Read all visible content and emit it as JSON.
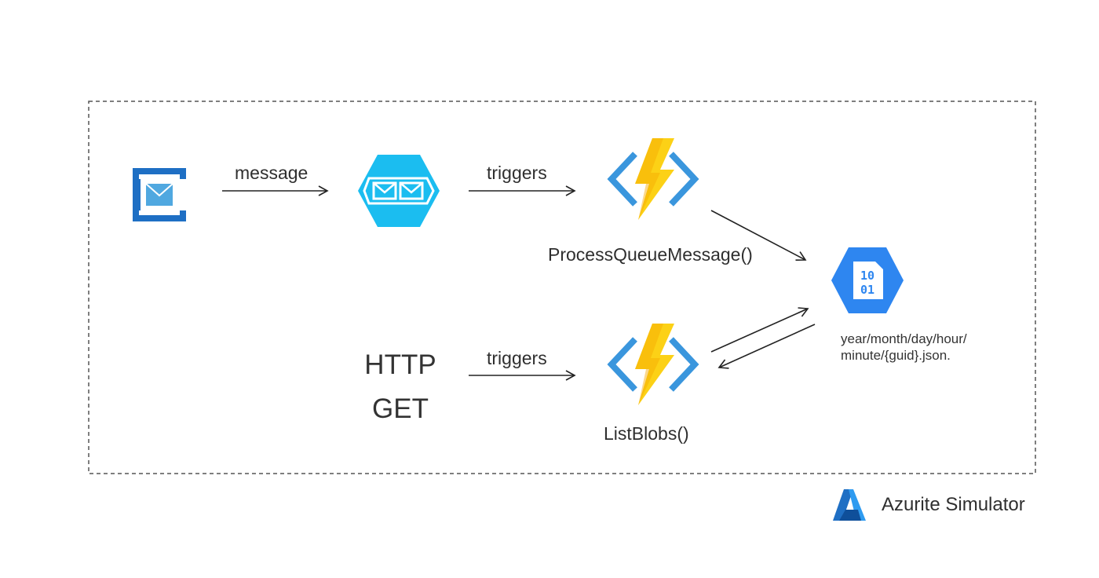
{
  "edges": {
    "message": "message",
    "triggers_queue": "triggers",
    "triggers_http": "triggers"
  },
  "functions": {
    "process": "ProcessQueueMessage()",
    "list": "ListBlobs()"
  },
  "http": {
    "line1": "HTTP",
    "line2": "GET"
  },
  "blob_path": {
    "line1": "year/month/day/hour/",
    "line2": "minute/{guid}.json."
  },
  "footer": {
    "label": "Azurite Simulator"
  },
  "icons": {
    "message_source": "envelope-in-brackets-icon",
    "queue": "storage-queue-icon",
    "function": "azure-function-lightning-icon",
    "blob": "blob-storage-binary-icon",
    "azure": "azure-logo-icon"
  },
  "colors": {
    "azure_blue": "#1E7BD2",
    "queue_cyan": "#1BBDF0",
    "lightning_yellow": "#FCD116",
    "bracket_blue": "#3A96DD",
    "blob_blue": "#2E86F0"
  }
}
